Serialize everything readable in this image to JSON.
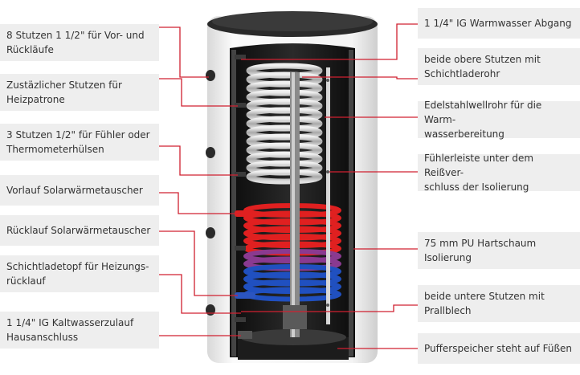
{
  "labels_left": [
    {
      "id": "stutzen-vor-rueck",
      "text": "8 Stutzen 1 1/2\" für Vor- und\nRückläufe"
    },
    {
      "id": "heizpatrone",
      "text": "Zustäzlicher Stutzen für\nHeizpatrone"
    },
    {
      "id": "fuehler-stutzen",
      "text": "3 Stutzen 1/2\" für Fühler oder\nThermometerhülsen"
    },
    {
      "id": "vorlauf-solar",
      "text": "Vorlauf Solarwärmetauscher"
    },
    {
      "id": "ruecklauf-solar",
      "text": "Rücklauf Solarwärmetauscher"
    },
    {
      "id": "schichtladetopf",
      "text": "Schichtladetopf für Heizungs-\nrücklauf"
    },
    {
      "id": "kaltwasserzulauf",
      "text": "1 1/4\" IG Kaltwasserzulauf\nHausanschluss"
    }
  ],
  "labels_right": [
    {
      "id": "warmwasser-abgang",
      "text": "1 1/4\" IG Warmwasser Abgang"
    },
    {
      "id": "obere-stutzen",
      "text": "beide obere Stutzen mit\nSchichtladerohr"
    },
    {
      "id": "edelstahlwellrohr",
      "text": "Edelstahlwellrohr für die Warm-\nwasserbereitung"
    },
    {
      "id": "fuehlerleiste",
      "text": "Fühlerleiste unter dem Reißver-\nschluss der Isolierung"
    },
    {
      "id": "pu-hartschaum",
      "text": "75 mm PU Hartschaum\nIsolierung"
    },
    {
      "id": "untere-stutzen",
      "text": "beide untere Stutzen mit\nPrallblech"
    },
    {
      "id": "fuesse",
      "text": "Pufferspeicher steht auf Füßen"
    }
  ],
  "colors": {
    "leader": "#d02030",
    "label_bg": "#eeeeee",
    "insulation": "#f2f2f2",
    "tank_dark": "#1a1a1a",
    "coil_steel": "#c8c8c8",
    "coil_hot": "#e02020",
    "coil_cold": "#2050c0"
  }
}
